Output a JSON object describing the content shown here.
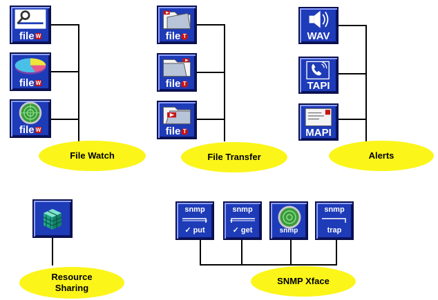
{
  "groups": {
    "file_watch": {
      "label": "File Watch",
      "icons": [
        {
          "caption": "file",
          "badge": "W",
          "icon": "magnifier-document-icon"
        },
        {
          "caption": "file",
          "badge": "W",
          "icon": "pie-chart-icon"
        },
        {
          "caption": "file",
          "badge": "W",
          "icon": "radar-icon"
        }
      ]
    },
    "file_transfer": {
      "label": "File Transfer",
      "icons": [
        {
          "caption": "file",
          "badge": "T",
          "icon": "folder-send-icon"
        },
        {
          "caption": "file",
          "badge": "T",
          "icon": "folder-receive-icon"
        },
        {
          "caption": "file",
          "badge": "T",
          "icon": "folder-share-icon"
        }
      ]
    },
    "alerts": {
      "label": "Alerts",
      "icons": [
        {
          "caption": "WAV",
          "icon": "speaker-icon"
        },
        {
          "caption": "TAPI",
          "icon": "phone-icon"
        },
        {
          "caption": "MAPI",
          "icon": "envelope-icon"
        }
      ]
    },
    "resource_sharing": {
      "label": "Resource\nSharing",
      "icon": "cube-grid-icon"
    },
    "snmp_xface": {
      "label": "SNMP Xface",
      "icons": [
        {
          "top": "snmp",
          "bottom": "✓ put",
          "icon": "snmp-put-icon"
        },
        {
          "top": "snmp",
          "bottom": "✓ get",
          "icon": "snmp-get-icon"
        },
        {
          "top": "",
          "bottom": "snmp",
          "icon": "snmp-radar-icon"
        },
        {
          "top": "snmp",
          "bottom": "trap",
          "icon": "snmp-trap-icon"
        }
      ]
    }
  },
  "colors": {
    "bubble": "#fbf51a",
    "icon_bg": "#1e3bb8",
    "badge": "#c81414",
    "wire": "#000000"
  }
}
